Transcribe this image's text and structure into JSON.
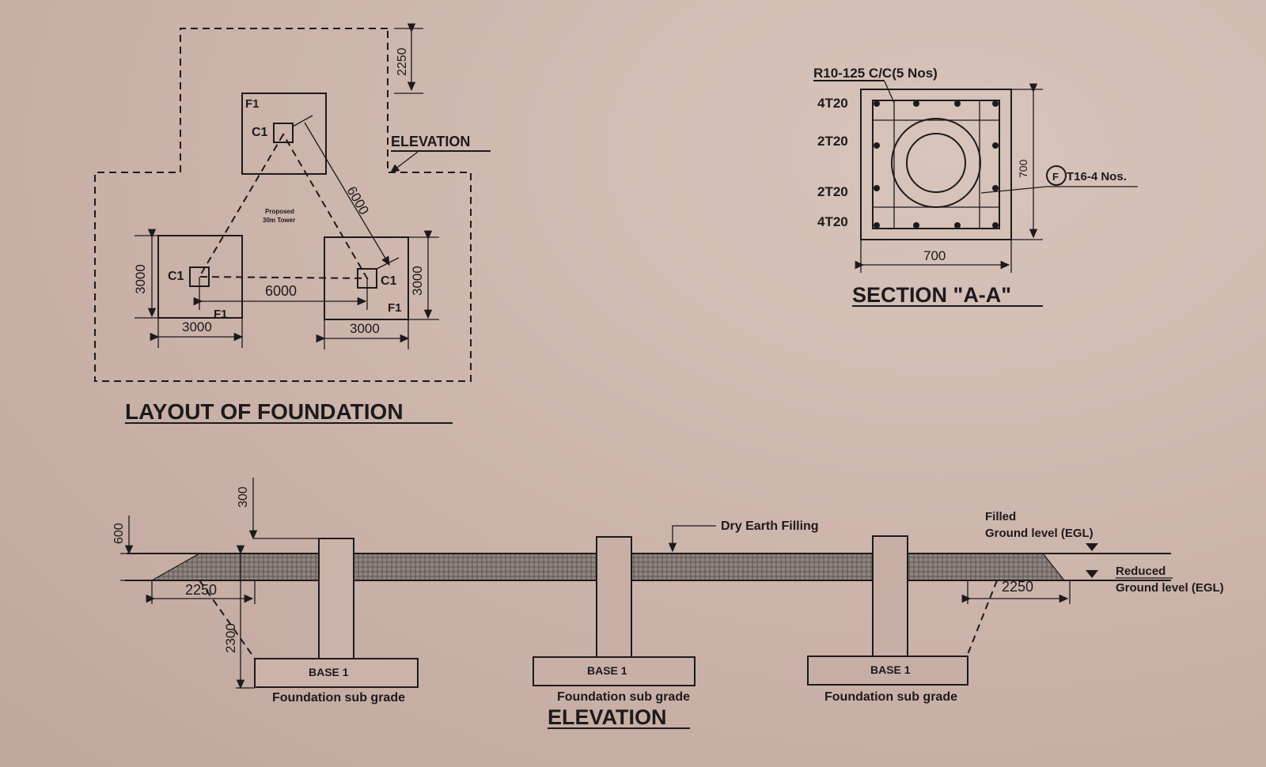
{
  "layout": {
    "title": "LAYOUT OF FOUNDATION",
    "footing_label": "F1",
    "column_label": "C1",
    "elevation_marker": "ELEVATION",
    "tower_label_line1": "Proposed",
    "tower_label_line2": "30m Tower",
    "dim_offset": "2250",
    "dim_diagonal": "6000",
    "dim_spacing": "6000",
    "dim_footing_w": "3000",
    "dim_footing_h": "3000"
  },
  "section": {
    "title": "SECTION \"A-A\"",
    "link_label": "R10-125 C/C(5 Nos)",
    "bar_top": "4T20",
    "bar_mid1": "2T20",
    "bar_mid2": "2T20",
    "bar_bottom": "4T20",
    "anchor_label": "T16-4 Nos.",
    "anchor_circle": "F",
    "dim_width": "700",
    "dim_height": "700"
  },
  "elevation": {
    "title": "ELEVATION",
    "base_label": "BASE 1",
    "subgrade_label": "Foundation sub grade",
    "fill_label": "Dry Earth Filling",
    "filled_level_line1": "Filled",
    "filled_level_line2": "Ground level (EGL)",
    "reduced_level_line1": "Reduced",
    "reduced_level_line2": "Ground level (EGL)",
    "dim_600": "600",
    "dim_300": "300",
    "dim_2300": "2300",
    "dim_2250_left": "2250",
    "dim_2250_right": "2250"
  }
}
